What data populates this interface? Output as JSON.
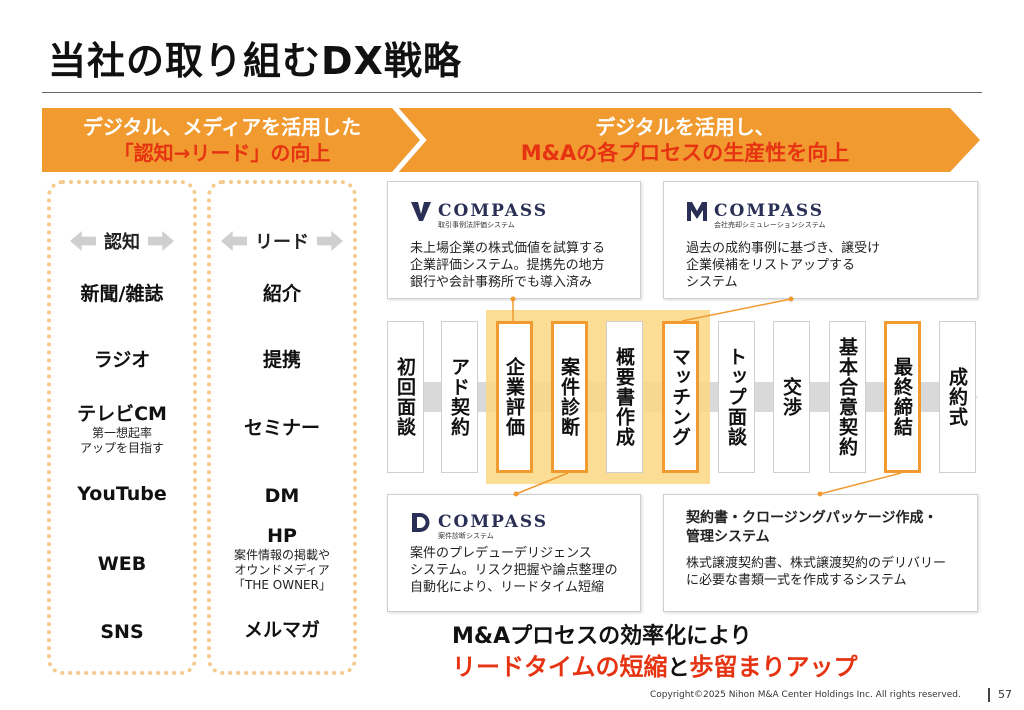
{
  "title": "当社の取り組むDX戦略",
  "header": {
    "left_line1": "デジタル、メディアを活用した",
    "left_line2": "「認知→リード」の向上",
    "right_line1": "デジタルを活用し、",
    "right_line2": "M&Aの各プロセスの生産性を向上"
  },
  "colors": {
    "orange": "#f09a30",
    "red": "#e63312",
    "dotted": "#f4c98a",
    "highlight": "#fbd784"
  },
  "awareness": {
    "label": "認知",
    "items": [
      "新聞/雑誌",
      "ラジオ",
      "テレビCM",
      "YouTube",
      "WEB",
      "SNS"
    ],
    "tv_note": "第一想起率\nアップを目指す"
  },
  "lead": {
    "label": "リード",
    "items": [
      "紹介",
      "提携",
      "セミナー",
      "DM",
      "HP",
      "メルマガ"
    ],
    "hp_note": "案件情報の掲載や\nオウンドメディア\n「THE OWNER」"
  },
  "boxes": {
    "v_compass": {
      "icon": "v-compass-logo-icon",
      "name": "COMPASS",
      "subtitle": "取引事例法評価システム",
      "desc": "未上場企業の株式価値を試算する\n企業評価システム。提携先の地方\n銀行や会計事務所でも導入済み"
    },
    "m_compass": {
      "icon": "m-compass-logo-icon",
      "name": "COMPASS",
      "subtitle": "会社売却シミュレーションシステム",
      "desc": "過去の成約事例に基づき、譲受け\n企業候補をリストアップする\nシステム"
    },
    "d_compass": {
      "icon": "d-compass-logo-icon",
      "name": "COMPASS",
      "subtitle": "案件診断システム",
      "desc": "案件のプレデューデリジェンス\nシステム。リスク把握や論点整理の\n自動化により、リードタイム短縮"
    },
    "contract": {
      "title": "契約書・クロージングパッケージ作成・\n管理システム",
      "desc": "株式譲渡契約書、株式譲渡契約のデリバリー\nに必要な書類一式を作成するシステム"
    }
  },
  "steps": [
    {
      "label": "初回面談",
      "highlight": false
    },
    {
      "label": "アド契約",
      "highlight": false
    },
    {
      "label": "企業評価",
      "highlight": true
    },
    {
      "label": "案件診断",
      "highlight": true
    },
    {
      "label": "概要書作成",
      "highlight": false
    },
    {
      "label": "マッチング",
      "highlight": true
    },
    {
      "label": "トップ面談",
      "highlight": false
    },
    {
      "label": "交渉",
      "highlight": false
    },
    {
      "label": "基本合意契約",
      "highlight": false
    },
    {
      "label": "最終締結",
      "highlight": true
    },
    {
      "label": "成約式",
      "highlight": false
    }
  ],
  "bottom": {
    "line1": "M&Aプロセスの効率化により",
    "part1": "リードタイムの短縮",
    "connector": "と",
    "part2": "歩留まりアップ"
  },
  "footer": {
    "copyright": "Copyright©2025 Nihon M&A Center Holdings Inc. All rights reserved.",
    "page": "57"
  }
}
